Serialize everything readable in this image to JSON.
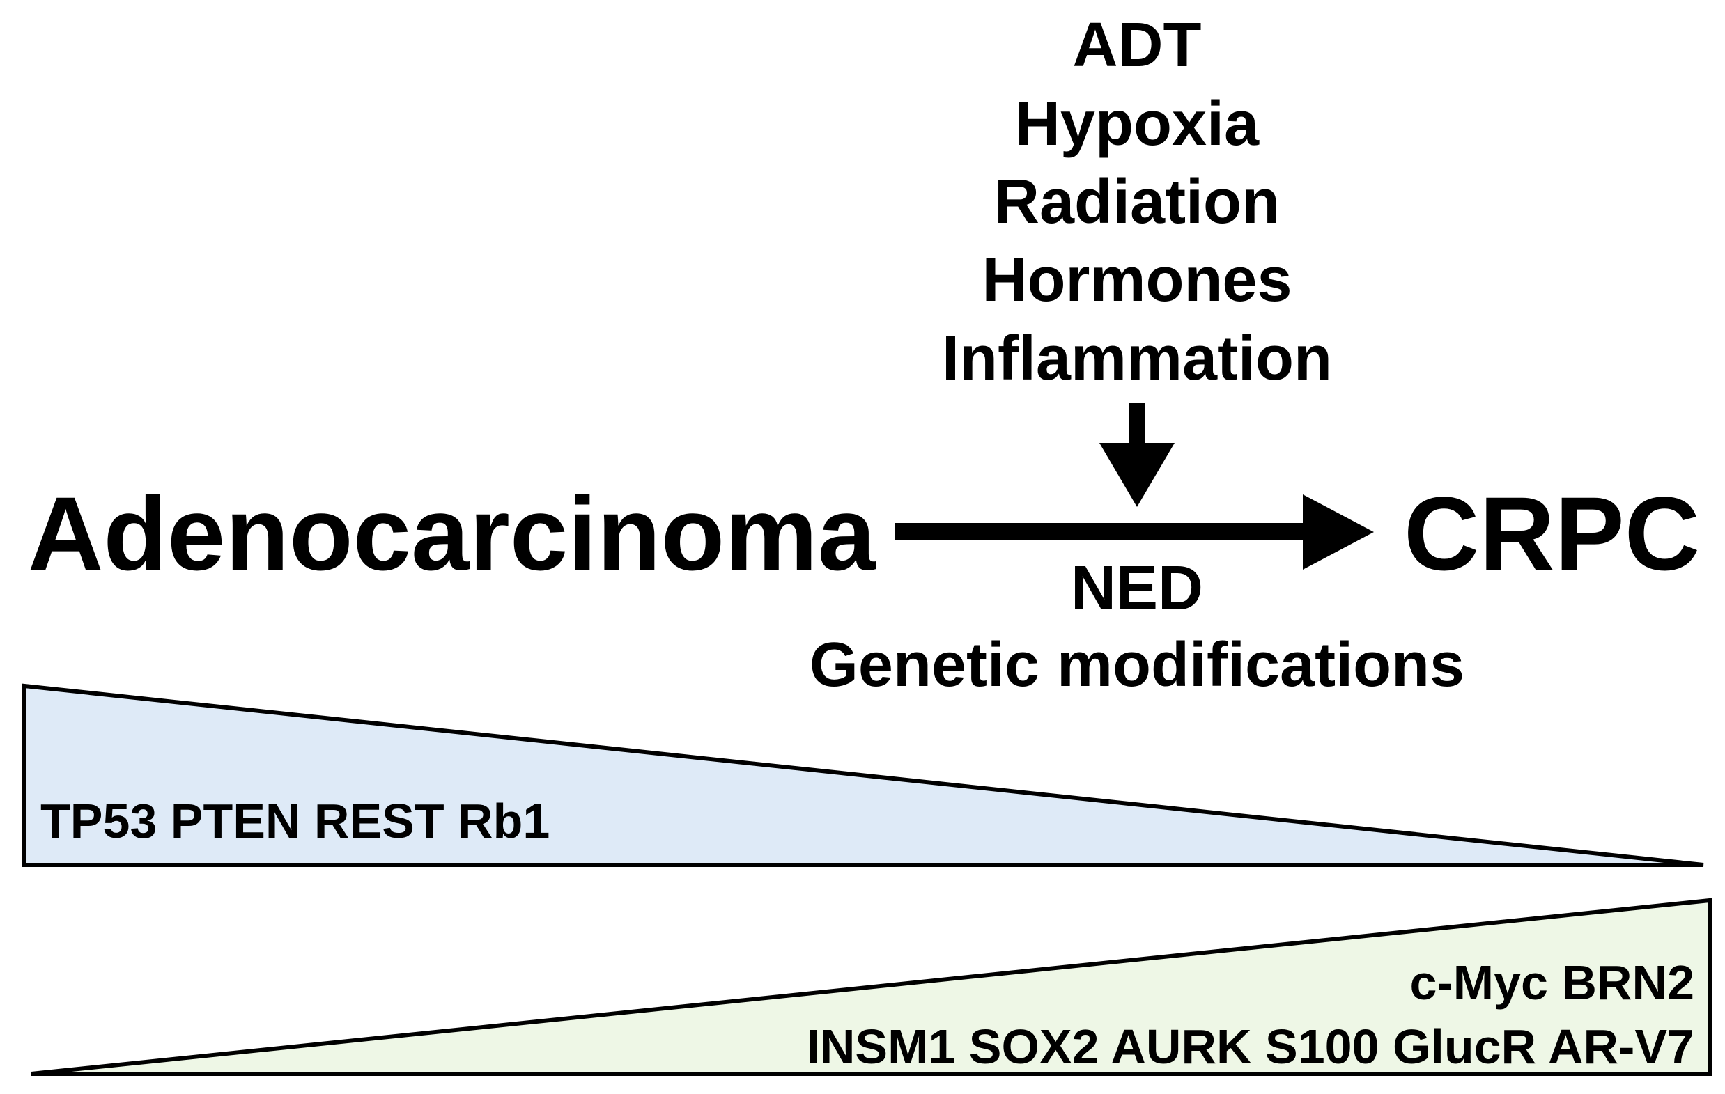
{
  "factors": [
    "ADT",
    "Hypoxia",
    "Radiation",
    "Hormones",
    "Inflammation"
  ],
  "stages": {
    "start": "Adenocarcinoma",
    "end": "CRPC"
  },
  "process": {
    "line1": "NED",
    "line2": "Genetic modifications"
  },
  "decreasing_genes": {
    "label": "TP53 PTEN REST Rb1",
    "fill_color": "#deeaf7"
  },
  "increasing_genes": {
    "line1": "c-Myc BRN2",
    "line2": "INSM1 SOX2 AURK S100 GlucR AR-V7",
    "fill_color": "#eef7e6"
  }
}
